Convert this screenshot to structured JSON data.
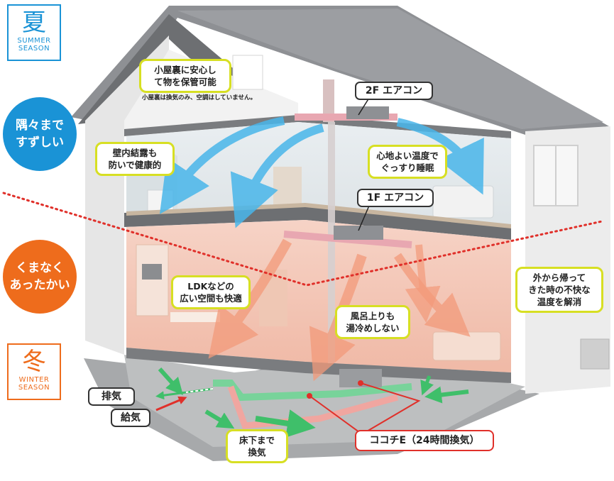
{
  "summer": {
    "kanji": "夏",
    "line1": "SUMMER",
    "line2": "SEASON",
    "circle_line1": "隅々まで",
    "circle_line2": "すずしい",
    "color": "#1a93d6"
  },
  "winter": {
    "kanji": "冬",
    "line1": "WINTER",
    "line2": "SEASON",
    "circle_line1": "くまなく",
    "circle_line2": "あったかい",
    "color": "#ee6c1c"
  },
  "callouts": {
    "attic": {
      "line1": "小屋裏に安心し",
      "line2": "て物を保管可能"
    },
    "attic_note": "小屋裏は換気のみ、空調はしていません。",
    "wall": {
      "line1": "壁内結露も",
      "line2": "防いで健康的"
    },
    "sleep": {
      "line1": "心地よい温度で",
      "line2": "ぐっすり睡眠"
    },
    "ldk": {
      "line1": "LDKなどの",
      "line2": "広い空間も快適"
    },
    "outside": {
      "line1": "外から帰って",
      "line2": "きた時の不快な",
      "line3": "温度を解消"
    },
    "bath": {
      "line1": "風呂上りも",
      "line2": "湯冷めしない"
    },
    "underfloor": {
      "line1": "床下まで",
      "line2": "換気"
    }
  },
  "labels": {
    "ac2f": "2F エアコン",
    "ac1f": "1F エアコン",
    "exhaust": "排気",
    "supply": "給気",
    "system": "ココチE（24時間換気）"
  },
  "colors": {
    "accent_callout": "#d7df23",
    "cool_arrow": "#49b6ea",
    "warm_arrow": "#f39a7a",
    "fresh_air": "#3fbf6a",
    "red_line": "#e0302a"
  }
}
